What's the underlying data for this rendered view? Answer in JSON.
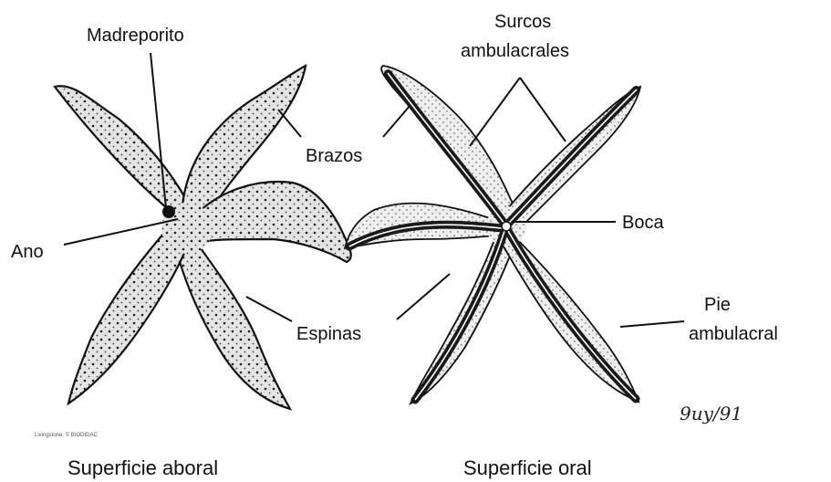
{
  "labels": {
    "madreporito": "Madreporito",
    "surcos_line1": "Surcos",
    "surcos_line2": "ambulacrales",
    "brazos": "Brazos",
    "boca": "Boca",
    "ano": "Ano",
    "espinas": "Espinas",
    "pie_line1": "Pie",
    "pie_line2": "ambulacral"
  },
  "captions": {
    "aboral": "Superficie aboral",
    "oral": "Superficie oral"
  },
  "credit": "Livingstone, © BIODIDAC",
  "signature": "9uy/91",
  "colors": {
    "ink": "#111111",
    "arm_fill": "#e6e6e6",
    "groove": "#1a1a1a",
    "background": "#ffffff"
  }
}
